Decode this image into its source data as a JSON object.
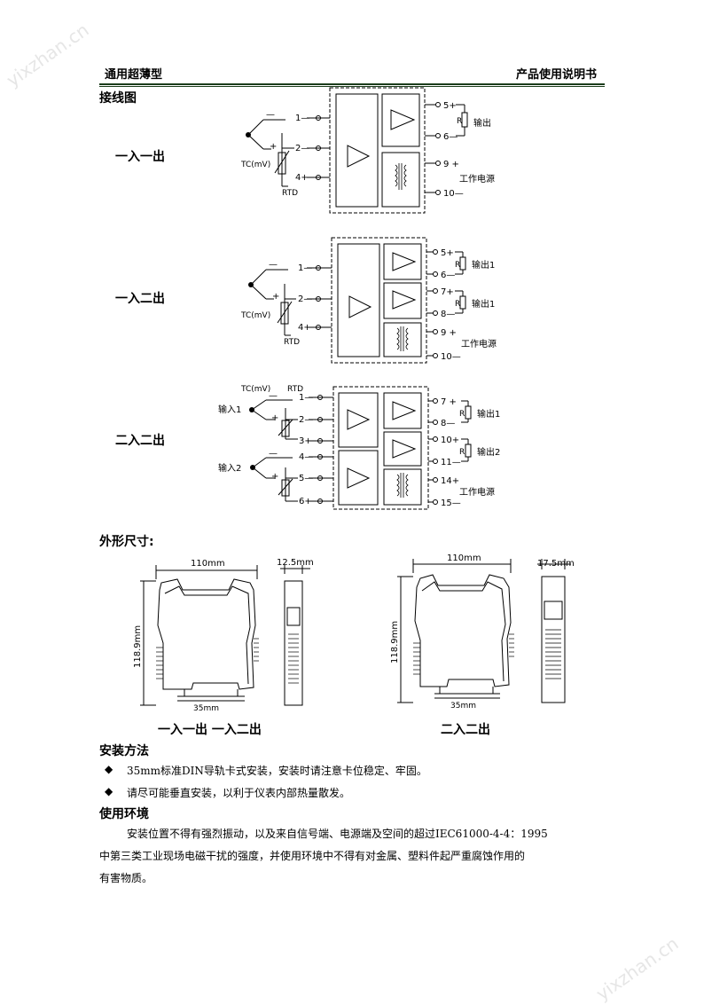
{
  "header": {
    "left": "通用超薄型",
    "right": "产品使用说明书"
  },
  "watermark": "yixzhan.cn",
  "wiring": {
    "title": "接线图",
    "one_in_one_out": {
      "label": "一入一出",
      "in_terms": [
        "1—",
        "2—",
        "4+"
      ],
      "tc": "TC(mV)",
      "rtd": "RTD",
      "out_terms": [
        "5+",
        "6—",
        "9 +",
        "10—"
      ],
      "out_label": "输出",
      "r": "R",
      "power": "工作电源"
    },
    "one_in_two_out": {
      "label": "一入二出",
      "in_terms": [
        "1—",
        "2—",
        "4+"
      ],
      "tc": "TC(mV)",
      "rtd": "RTD",
      "out_terms": [
        "5+",
        "6—",
        "7+",
        "8—",
        "9 +",
        "10—"
      ],
      "out1": "输出1",
      "out2": "输出1",
      "r": "R",
      "power": "工作电源"
    },
    "two_in_two_out": {
      "label": "二入二出",
      "tc": "TC(mV)",
      "rtd": "RTD",
      "in1": "输入1",
      "in2": "输入2",
      "in_terms": [
        "1—",
        "2—",
        "3+",
        "4—",
        "5—",
        "6+"
      ],
      "out_terms": [
        "7 +",
        "8—",
        "10+",
        "11—",
        "14+",
        "15—"
      ],
      "out1": "输出1",
      "out2": "输出2",
      "r": "R",
      "power": "工作电源"
    }
  },
  "dimensions": {
    "title": "外形尺寸:",
    "left": {
      "width": "110mm",
      "depth": "12.5mm",
      "height": "118.9mm",
      "rail": "35mm",
      "caption": "一入一出 一入二出"
    },
    "right": {
      "width": "110mm",
      "depth": "17.5mm",
      "height": "118.9mm",
      "rail": "35mm",
      "caption": "二入二出"
    }
  },
  "install": {
    "title": "安装方法",
    "items": [
      "35mm标准DIN导轨卡式安装，安装时请注意卡位稳定、牢固。",
      "请尽可能垂直安装，以利于仪表内部热量散发。"
    ]
  },
  "env": {
    "title": "使用环境",
    "line1": "安装位置不得有强烈振动，以及来自信号端、电源端及空间的超过IEC61000-4-4：1995",
    "line2": "中第三类工业现场电磁干扰的强度，并使用环境中不得有对金属、塑料件起严重腐蚀作用的",
    "line3": "有害物质。"
  }
}
